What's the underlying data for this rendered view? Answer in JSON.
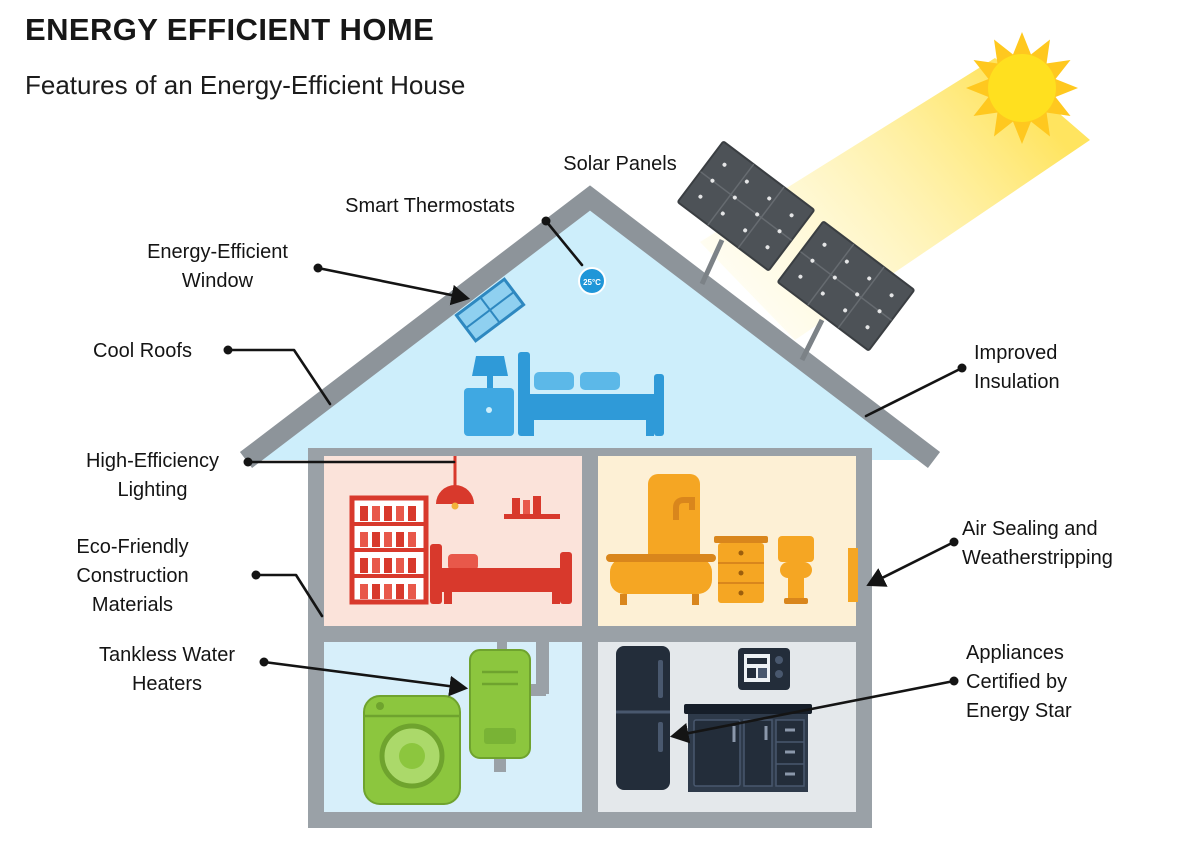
{
  "header": {
    "title": "ENERGY EFFICIENT HOME",
    "subtitle": "Features of an Energy-Efficient House"
  },
  "labels": {
    "solar_panels": "Solar Panels",
    "smart_thermostats": "Smart Thermostats",
    "energy_efficient_window": "Energy-Efficient Window",
    "cool_roofs": "Cool Roofs",
    "improved_insulation": "Improved Insulation",
    "high_efficiency_lighting": "High-Efficiency Lighting",
    "eco_friendly_construction_materials": "Eco-Friendly Construction Materials",
    "tankless_water_heaters": "Tankless Water Heaters",
    "air_sealing_and_weatherstripping": "Air Sealing and Weatherstripping",
    "appliances_certified_by_energy_star": "Appliances Certified by Energy Star"
  },
  "attic": {
    "thermostat_reading": "25°C"
  },
  "colors": {
    "sun": "#FFE01F",
    "sun_rays": "#FFC81F",
    "roof": "#8d949a",
    "wall": "#9aa1a7",
    "attic_bg": "#cdeefb",
    "attic_accent": "#2f9ad8",
    "living_room_bg": "#fbe3da",
    "living_room_accent": "#d8392c",
    "bathroom_bg": "#fdf0d5",
    "bathroom_accent": "#f5a623",
    "utility_room_bg": "#d7effa",
    "utility_accent": "#8cc63e",
    "kitchen_bg": "#e4e8eb",
    "kitchen_accent": "#232d3a",
    "solar_panel": "#4d5257",
    "label_text": "#141414"
  }
}
